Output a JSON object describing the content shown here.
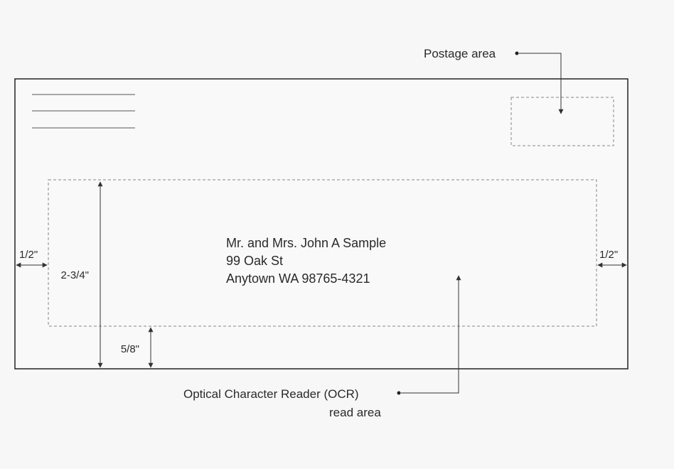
{
  "address": {
    "name": "Mr. and Mrs. John A Sample",
    "street": "99 Oak St",
    "city": "Anytown WA 98765-4321"
  },
  "callouts": {
    "postage": "Postage area",
    "ocr_line1": "Optical Character Reader (OCR)",
    "ocr_line2": "read area"
  },
  "dimensions": {
    "left_margin": "1/2\"",
    "right_margin": "1/2\"",
    "height": "2-3/4\"",
    "bottom_margin": "5/8\""
  }
}
